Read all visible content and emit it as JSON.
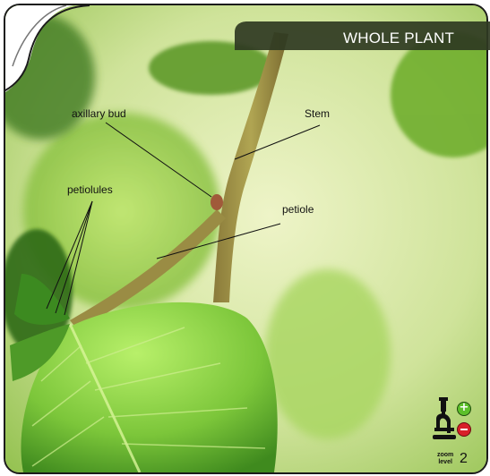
{
  "header": {
    "title": "WHOLE PLANT"
  },
  "labels": {
    "axillary_bud": "axillary bud",
    "stem": "Stem",
    "petiolules": "petiolules",
    "petiole": "petiole"
  },
  "zoom": {
    "label": "zoom\nlevel",
    "level": "2",
    "zoom_in_icon": "plus-icon",
    "zoom_out_icon": "minus-icon",
    "microscope_icon": "microscope-icon"
  },
  "colors": {
    "frame": "#1b1b1b",
    "header_bg": "#2f3a22",
    "zoom_in": "#5cbf2a",
    "zoom_out": "#d8202a"
  }
}
